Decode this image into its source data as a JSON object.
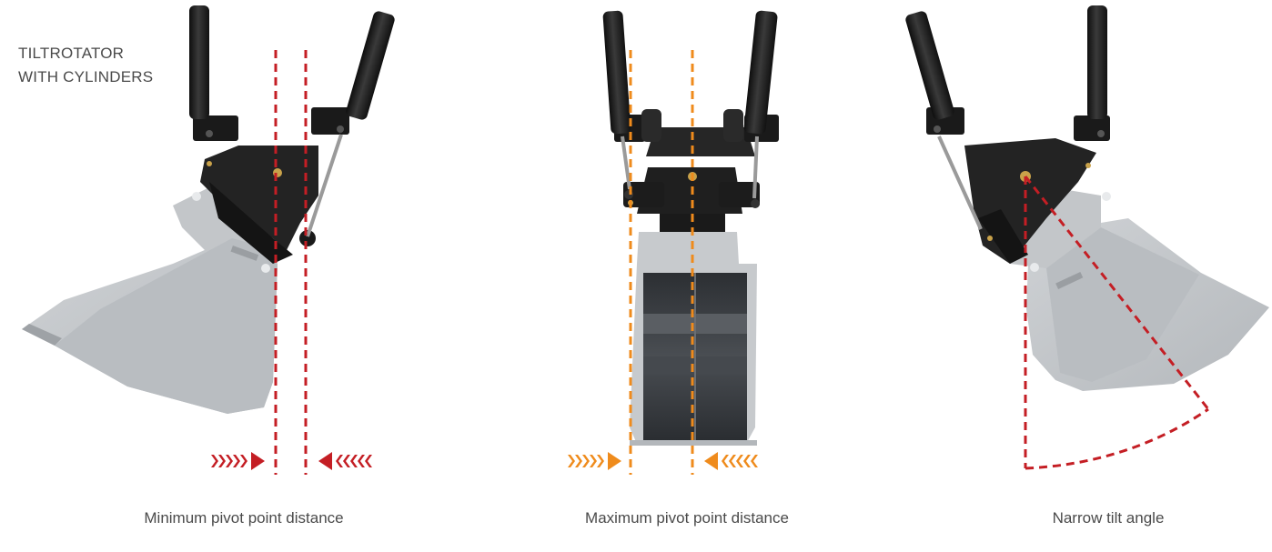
{
  "heading": {
    "line1": "TILTROTATOR",
    "line2": "WITH CYLINDERS"
  },
  "captions": {
    "min": "Minimum pivot point distance",
    "max": "Maximum pivot point distance",
    "tilt": "Narrow tilt angle"
  },
  "colors": {
    "red": "#c41e24",
    "orange": "#ef8b1c",
    "bucket": "#c8cbce",
    "bucket_dark": "#a9adb1",
    "cylinder": "#1e1e1e",
    "metal": "#2b2b2b",
    "brass": "#c9a24a",
    "text": "#4a4a4a"
  },
  "icons": [
    "chevron-right-arrows-icon",
    "chevron-left-arrows-icon"
  ]
}
